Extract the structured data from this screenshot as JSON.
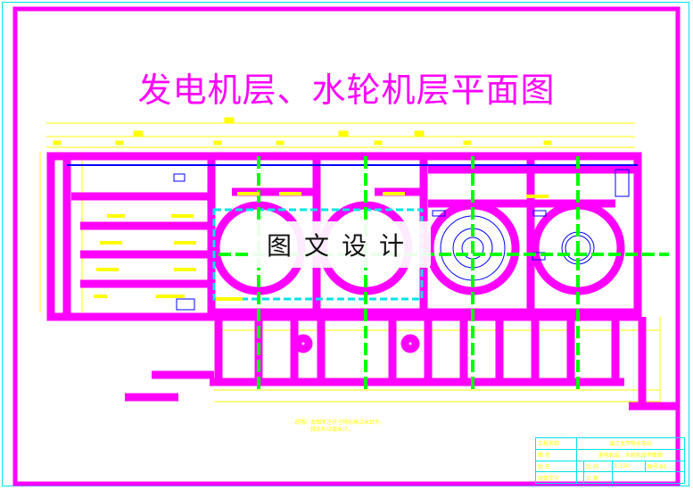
{
  "drawing": {
    "title": "发电机层、水轮机层平面图",
    "watermark": "图文设计",
    "note_lines": [
      "说明：本图所注尺寸除标高以米计外，",
      "其余均以毫米计。"
    ],
    "colors": {
      "wall": "#ff00ff",
      "axis": "#00ff00",
      "dimension": "#ffff00",
      "detail": "#0000ff",
      "frame": "#00e5e5"
    }
  },
  "title_block": {
    "project_label": "工程名称",
    "project_value": "湄江太平哨水电站",
    "drawing_label": "图 名",
    "drawing_value": "发电机层、水轮机层平面图",
    "name_label": "姓 名",
    "scale_label": "比 例",
    "scale_value": "1:150",
    "sheet_label": "图号",
    "sheet_value": "01",
    "class_label": "班级学号",
    "date_label": "日 期"
  }
}
